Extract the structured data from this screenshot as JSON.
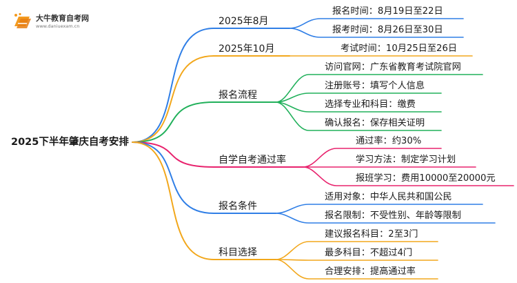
{
  "logo": {
    "name": "大牛教育自考网",
    "url": "www.daniuexam.cn"
  },
  "root": "2025下半年肇庆自考安排",
  "colors": {
    "blue": "#2f7ee6",
    "orange": "#f2a71b",
    "green": "#20b05a",
    "pink": "#e8226d"
  },
  "branches": [
    {
      "label": "2025年8月",
      "color": "blue",
      "children": [
        "报名时间：8月19日至22日",
        "报考时间：8月26日至30日"
      ]
    },
    {
      "label": "2025年10月",
      "color": "orange",
      "children": [
        "考试时间：10月25日至26日"
      ]
    },
    {
      "label": "报名流程",
      "color": "green",
      "children": [
        "访问官网：广东省教育考试院官网",
        "注册账号：填写个人信息",
        "选择专业和科目：缴费",
        "确认报名：保存相关证明"
      ]
    },
    {
      "label": "自学自考通过率",
      "color": "pink",
      "children": [
        "通过率：约30%",
        "学习方法：制定学习计划",
        "报班学习：费用10000至20000元"
      ]
    },
    {
      "label": "报名条件",
      "color": "blue",
      "children": [
        "适用对象：中华人民共和国公民",
        "报名限制：不受性别、年龄等限制"
      ]
    },
    {
      "label": "科目选择",
      "color": "orange",
      "children": [
        "建议报名科目：2至3门",
        "最多科目：不超过4门",
        "合理安排：提高通过率"
      ]
    }
  ]
}
